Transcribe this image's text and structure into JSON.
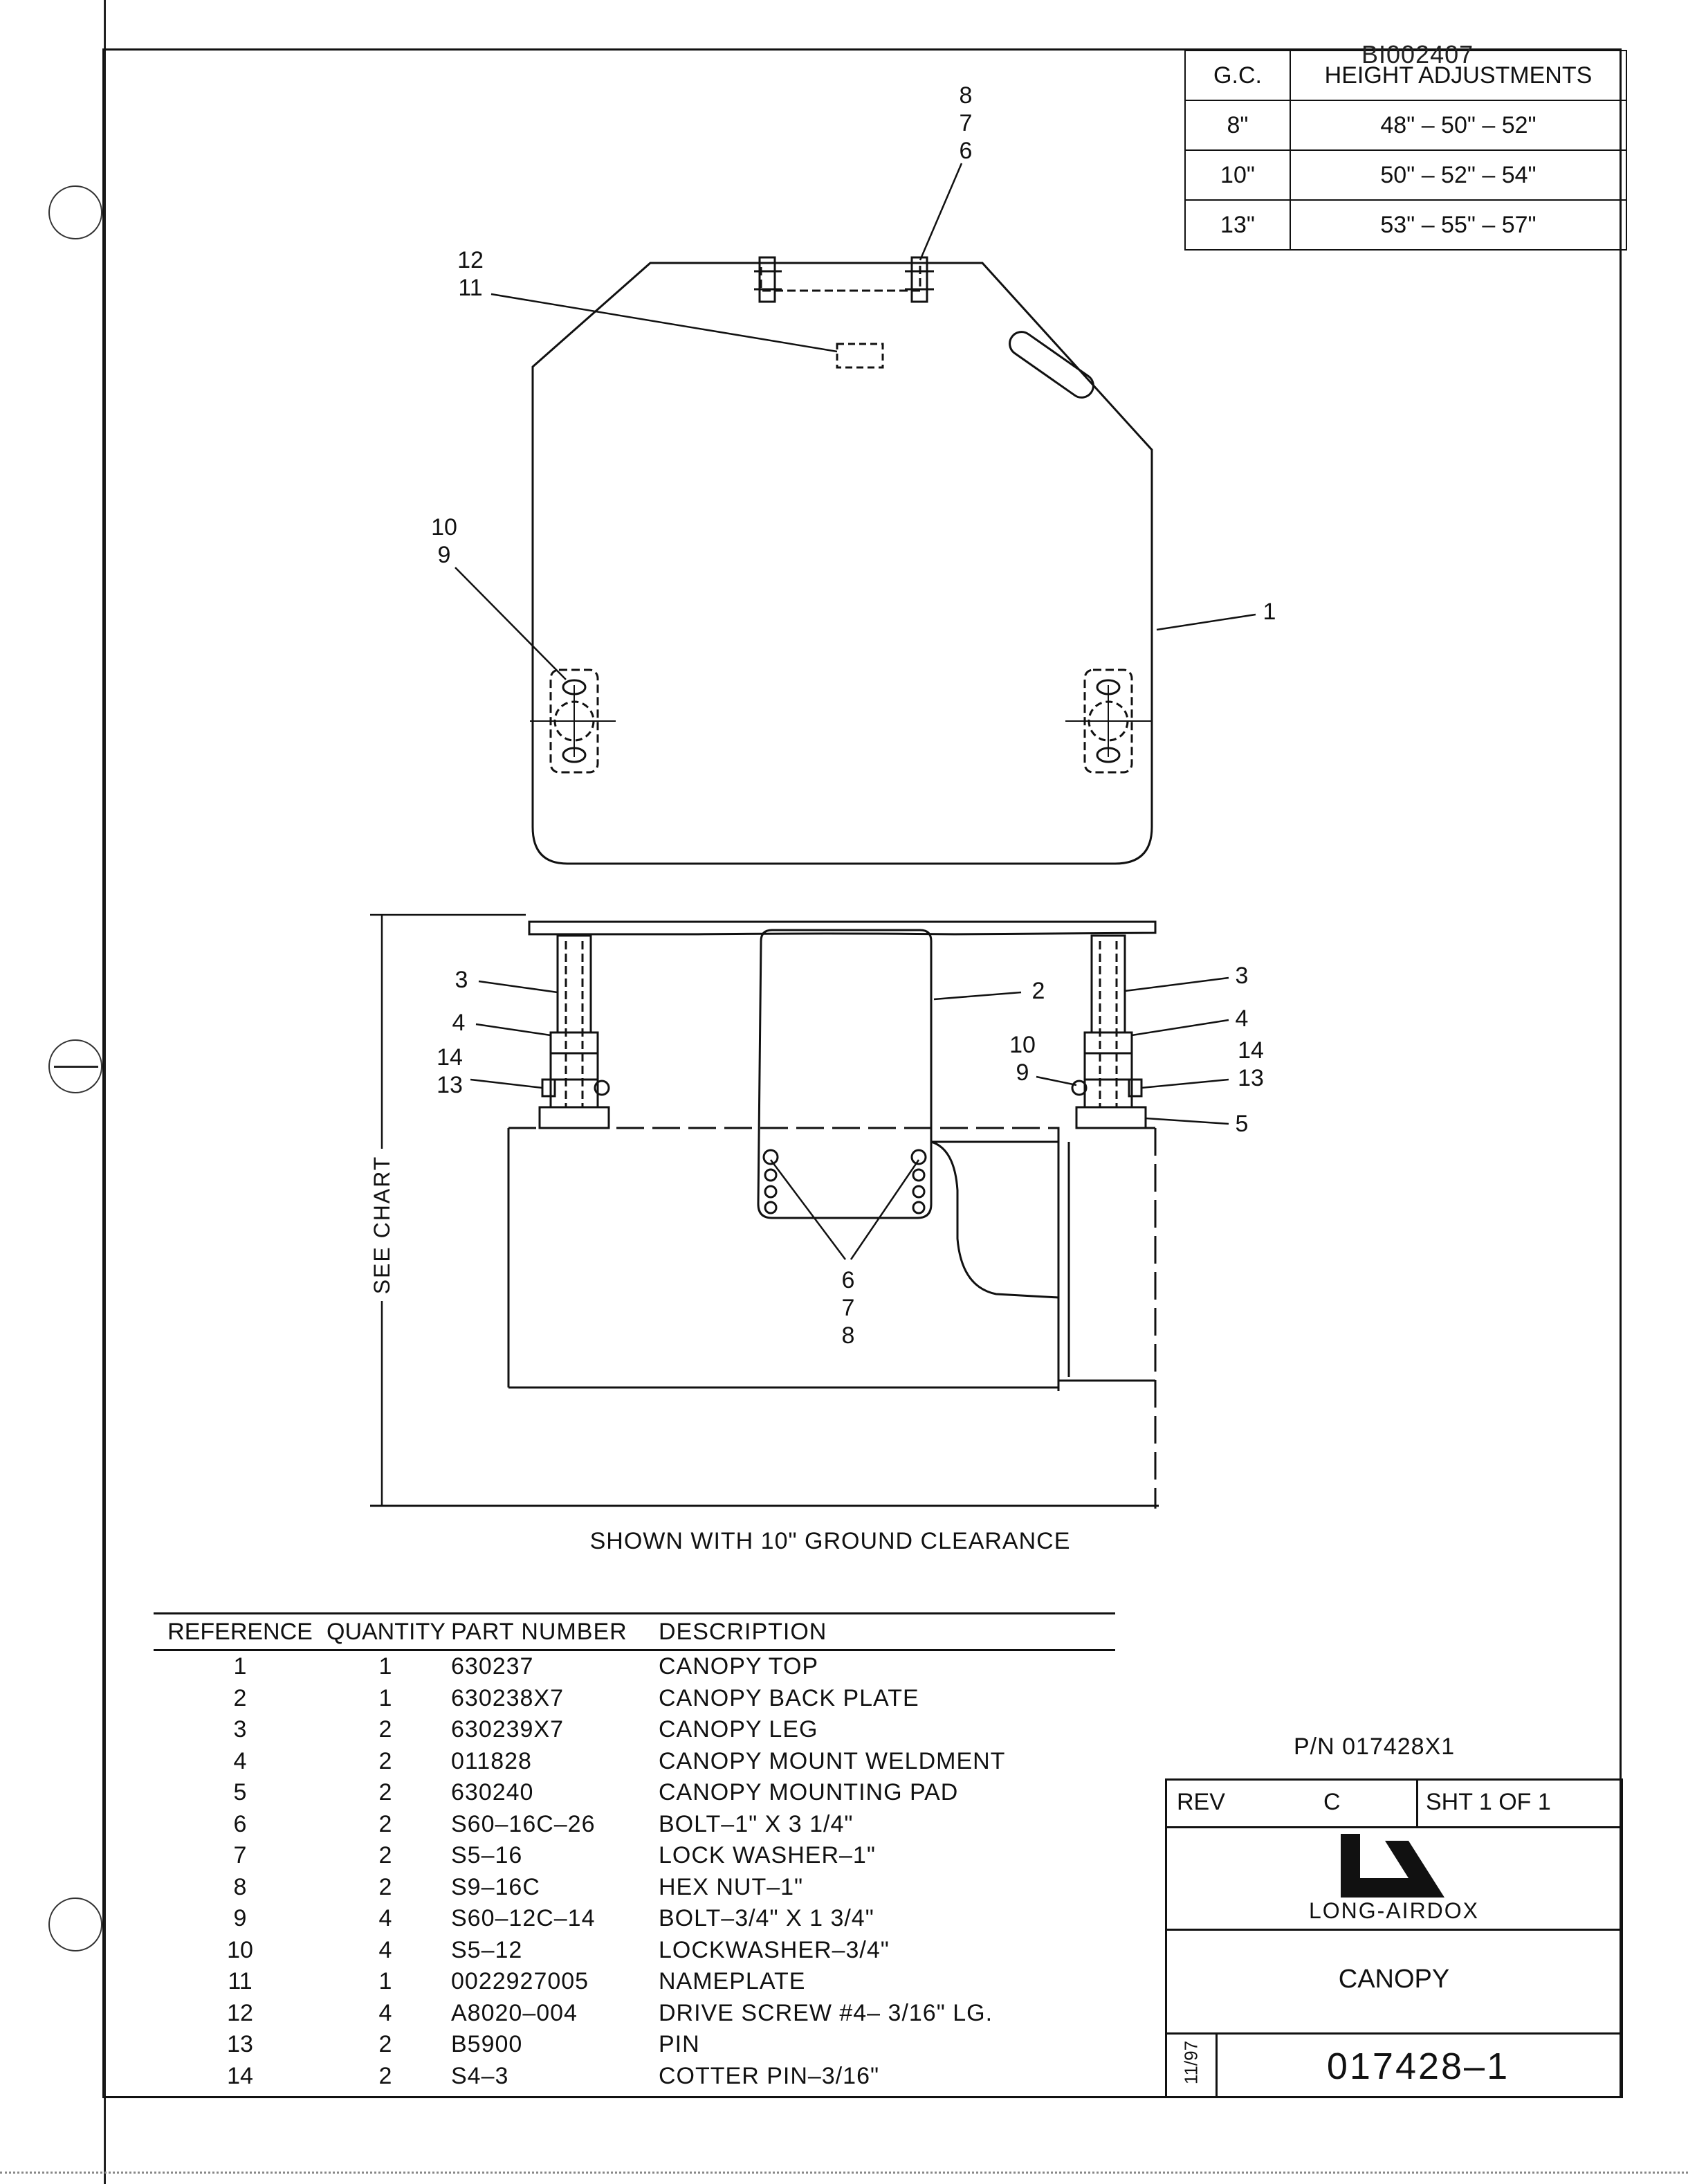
{
  "watermark": "BI002407",
  "height_chart": {
    "header_gc": "G.C.",
    "header_height": "HEIGHT ADJUSTMENTS",
    "rows": [
      {
        "gc": "8\"",
        "heights": "48\"  –  50\"  –  52\""
      },
      {
        "gc": "10\"",
        "heights": "50\"  –  52\"  –  54\""
      },
      {
        "gc": "13\"",
        "heights": "53\"  –  55\"  –  57\""
      }
    ]
  },
  "callouts": {
    "top_876": [
      "8",
      "7",
      "6"
    ],
    "top_1211": [
      "12",
      "11"
    ],
    "top_109": [
      "10",
      "9"
    ],
    "top_1": "1",
    "side_3_left": "3",
    "side_4_left": "4",
    "side_1413_left": [
      "14",
      "13"
    ],
    "side_2": "2",
    "side_3_right": "3",
    "side_4_right": "4",
    "side_109_right": [
      "10",
      "9"
    ],
    "side_1413_right": [
      "14",
      "13"
    ],
    "side_5": "5",
    "side_678": [
      "6",
      "7",
      "8"
    ],
    "see_chart": "SEE CHART"
  },
  "caption": "SHOWN WITH 10\" GROUND CLEARANCE",
  "parts_list": {
    "headers": {
      "reference": "REFERENCE",
      "quantity": "QUANTITY",
      "part_number": "PART NUMBER",
      "description": "DESCRIPTION"
    },
    "rows": [
      {
        "ref": "1",
        "qty": "1",
        "pn": "630237",
        "desc": "CANOPY TOP"
      },
      {
        "ref": "2",
        "qty": "1",
        "pn": "630238X7",
        "desc": "CANOPY BACK PLATE"
      },
      {
        "ref": "3",
        "qty": "2",
        "pn": "630239X7",
        "desc": "CANOPY LEG"
      },
      {
        "ref": "4",
        "qty": "2",
        "pn": "011828",
        "desc": "CANOPY MOUNT WELDMENT"
      },
      {
        "ref": "5",
        "qty": "2",
        "pn": "630240",
        "desc": "CANOPY MOUNTING PAD"
      },
      {
        "ref": "6",
        "qty": "2",
        "pn": "S60–16C–26",
        "desc": "BOLT–1\" X 3 1/4\""
      },
      {
        "ref": "7",
        "qty": "2",
        "pn": "S5–16",
        "desc": "LOCK WASHER–1\""
      },
      {
        "ref": "8",
        "qty": "2",
        "pn": "S9–16C",
        "desc": "HEX NUT–1\""
      },
      {
        "ref": "9",
        "qty": "4",
        "pn": "S60–12C–14",
        "desc": "BOLT–3/4\" X 1 3/4\""
      },
      {
        "ref": "10",
        "qty": "4",
        "pn": "S5–12",
        "desc": "LOCKWASHER–3/4\""
      },
      {
        "ref": "11",
        "qty": "1",
        "pn": "0022927005",
        "desc": "NAMEPLATE"
      },
      {
        "ref": "12",
        "qty": "4",
        "pn": "A8020–004",
        "desc": "DRIVE SCREW #4– 3/16\" LG."
      },
      {
        "ref": "13",
        "qty": "2",
        "pn": "B5900",
        "desc": "PIN"
      },
      {
        "ref": "14",
        "qty": "2",
        "pn": "S4–3",
        "desc": "COTTER PIN–3/16\""
      }
    ]
  },
  "title_block": {
    "part_number_label": "P/N 017428X1",
    "rev_label": "REV",
    "rev_value": "C",
    "sheet": "SHT 1    OF 1",
    "company": "LONG-AIRDOX",
    "title": "CANOPY",
    "date": "11/97",
    "drawing_number": "017428–1"
  }
}
